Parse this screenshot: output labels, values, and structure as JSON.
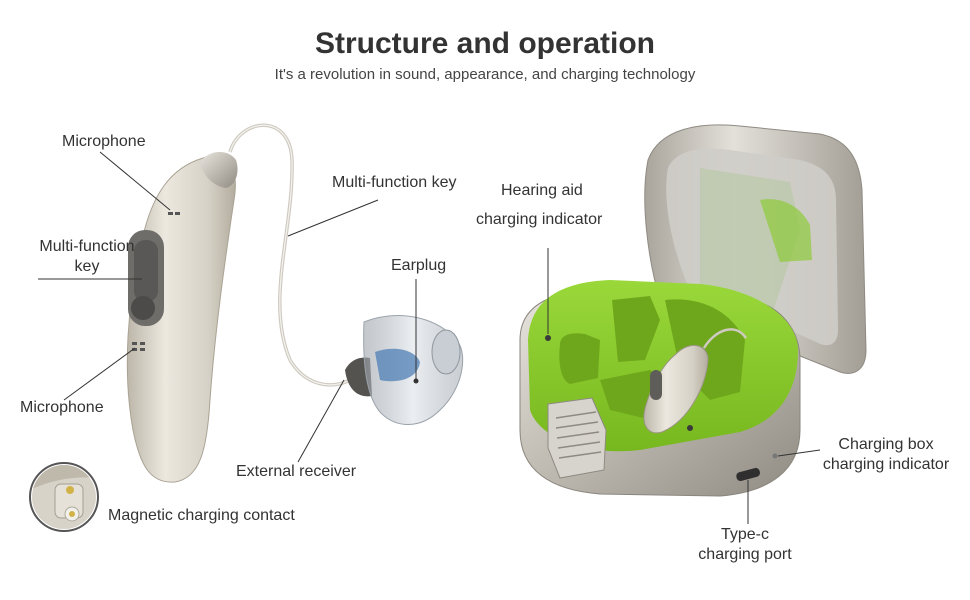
{
  "header": {
    "title": "Structure and operation",
    "subtitle": "It's a revolution in sound, appearance, and charging technology"
  },
  "labels": {
    "microphone_top": "Microphone",
    "multi_function_key_left_1": "Multi-function",
    "multi_function_key_left_2": "key",
    "microphone_bottom": "Microphone",
    "multi_function_key_wire": "Multi-function key",
    "earplug": "Earplug",
    "external_receiver": "External receiver",
    "magnetic_contact": "Magnetic charging contact",
    "hearing_aid_indicator_1": "Hearing aid",
    "hearing_aid_indicator_2": "charging indicator",
    "box_indicator_1": "Charging box",
    "box_indicator_2": "charging indicator",
    "typec_1": "Type-c",
    "typec_2": "charging port"
  },
  "colors": {
    "accent_green": "#8ccd2a",
    "device_beige": "#d9d4c9",
    "metal_silver": "#c9c5bd"
  }
}
